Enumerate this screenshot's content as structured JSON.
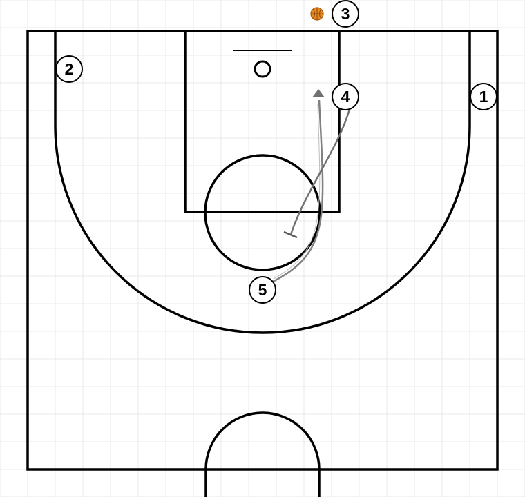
{
  "colors": {
    "background": "#ffffff",
    "grid": "#e8e8e8",
    "court_lines": "#000000",
    "player_fill": "#ffffff",
    "player_stroke": "#000000",
    "movement_line": "#808080",
    "screen_line": "#666666",
    "ball": "#e58a1f"
  },
  "players": [
    {
      "id": "p1",
      "label": "1"
    },
    {
      "id": "p2",
      "label": "2"
    },
    {
      "id": "p3",
      "label": "3",
      "has_ball": true
    },
    {
      "id": "p4",
      "label": "4"
    },
    {
      "id": "p5",
      "label": "5"
    }
  ],
  "actions": [
    {
      "id": "cut-5",
      "type": "cut",
      "from": "5",
      "end": "arrow"
    },
    {
      "id": "screen-4",
      "type": "screen",
      "from": "4",
      "end": "bar"
    }
  ],
  "icons": {
    "ball": "basketball-icon",
    "arrowhead": "arrowhead-icon",
    "screen_bar": "screen-bar-icon"
  }
}
